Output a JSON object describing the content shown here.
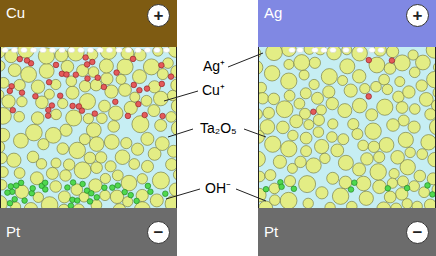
{
  "diagram": {
    "nodes": [
      {
        "text": [
          "Cu"
        ]
      },
      {
        "text": [
          "+"
        ],
        "in": 0
      },
      {
        "text": [
          "Pt"
        ]
      },
      {
        "text": [
          "−"
        ],
        "in": 2
      },
      {
        "text": [
          "Ag"
        ]
      },
      {
        "text": [
          "+"
        ],
        "in": 4
      },
      {
        "text": [
          "Pt"
        ]
      },
      {
        "text": [
          "−"
        ],
        "in": 6
      }
    ],
    "labels": [
      "Ag⁺",
      "Cu⁺",
      "Ta₂O₅",
      "OH⁻"
    ]
  }
}
